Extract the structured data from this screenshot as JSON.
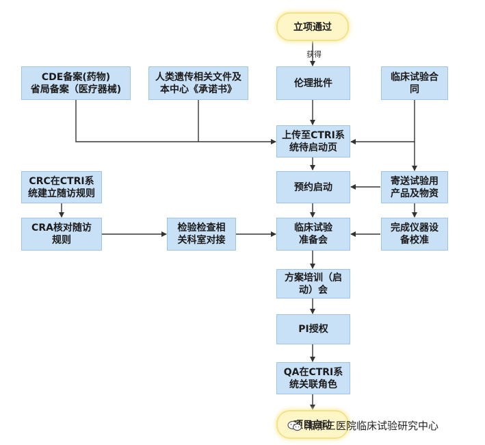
{
  "nodes": {
    "start": "立项通过",
    "cde": "CDE备案(药物)\n省局备案（医疗器械)",
    "human_genetic": "人类遗传相关文件及\n本中心《承诺书》",
    "ethics": "伦理批件",
    "contract": "临床试验合\n同",
    "upload": "上传至CTRI系\n统待启动页",
    "crc": "CRC在CTRI系\n统建立随访规则",
    "appointment": "预约启动",
    "ship": "寄送试验用\n产品及物资",
    "cra": "CRA核对随访\n规则",
    "lab": "检验检查相\n关科室对接",
    "prepare": "临床试验\n准备会",
    "calibrate": "完成仪器设\n备校准",
    "training": "方案培训（启\n动）会",
    "pi": "PI授权",
    "qa": "QA在CTRI系\n统关联角色",
    "end": "项目启动"
  },
  "edge_label_obtain": "获得",
  "watermark": "湘雅三医院临床试验研究中心"
}
